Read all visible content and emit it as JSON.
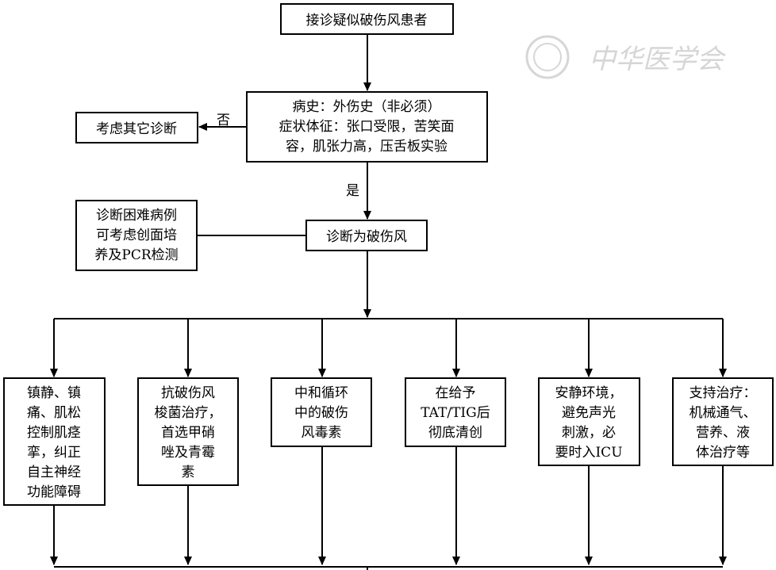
{
  "nodes": {
    "start": [
      "接诊疑似破伤风患者"
    ],
    "history": [
      "病史：外伤史（非必须）",
      "症状体征：张口受限，苦笑面",
      "容，肌张力高，压舌板实验"
    ],
    "other": [
      "考虑其它诊断"
    ],
    "difficult": [
      "诊断困难病例",
      "可考虑创面培",
      "养及PCR检测"
    ],
    "diagnosis": [
      "诊断为破伤风"
    ],
    "t1": [
      "镇静、镇",
      "痛、肌松",
      "控制肌痉",
      "挛，纠正",
      "自主神经",
      "功能障碍"
    ],
    "t2": [
      "抗破伤风",
      "梭菌治疗，",
      "首选甲硝",
      "唑及青霉",
      "素"
    ],
    "t3": [
      "中和循环",
      "中的破伤",
      "风毒素"
    ],
    "t4": [
      "在给予",
      "TAT/TIG后",
      "彻底清创"
    ],
    "t5": [
      "安静环境，",
      "避免声光",
      "刺激，必",
      "要时入ICU"
    ],
    "t6": [
      "支持治疗：",
      "机械通气、",
      "营养、液",
      "体治疗等"
    ]
  },
  "edge_labels": {
    "no": "否",
    "yes": "是"
  },
  "watermark": {
    "text": "中华医学会"
  }
}
